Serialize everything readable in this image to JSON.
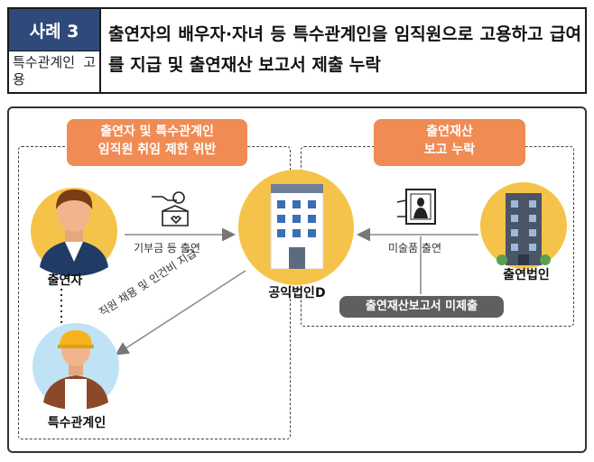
{
  "header": {
    "case_label": "사례 3",
    "case_sub": "특수관계인 고용",
    "title": "출연자의 배우자·자녀 등 특수관계인을 임직원으로 고용하고 급여를 지급 및 출연재산 보고서 제출 누락"
  },
  "diagram": {
    "left_pill": "출연자 및 특수관계인\n임직원 취임 제한 위반",
    "right_pill": "출연재산\n보고 누락",
    "nodes": {
      "contributor": "출연자",
      "public_corp": "공익법인D",
      "contrib_corp": "출연법인",
      "related_person": "특수관계인"
    },
    "edges": {
      "donation": "기부금 등 출연",
      "art": "미술품 출연",
      "hire": "직원 채용 및 인건비 지급"
    },
    "report_missing": "출연재산보고서 미제출"
  },
  "colors": {
    "navy": "#2e4a7a",
    "orange": "#f08b54",
    "yellow_bg": "#f6c34a",
    "gray": "#5f5f5f"
  }
}
